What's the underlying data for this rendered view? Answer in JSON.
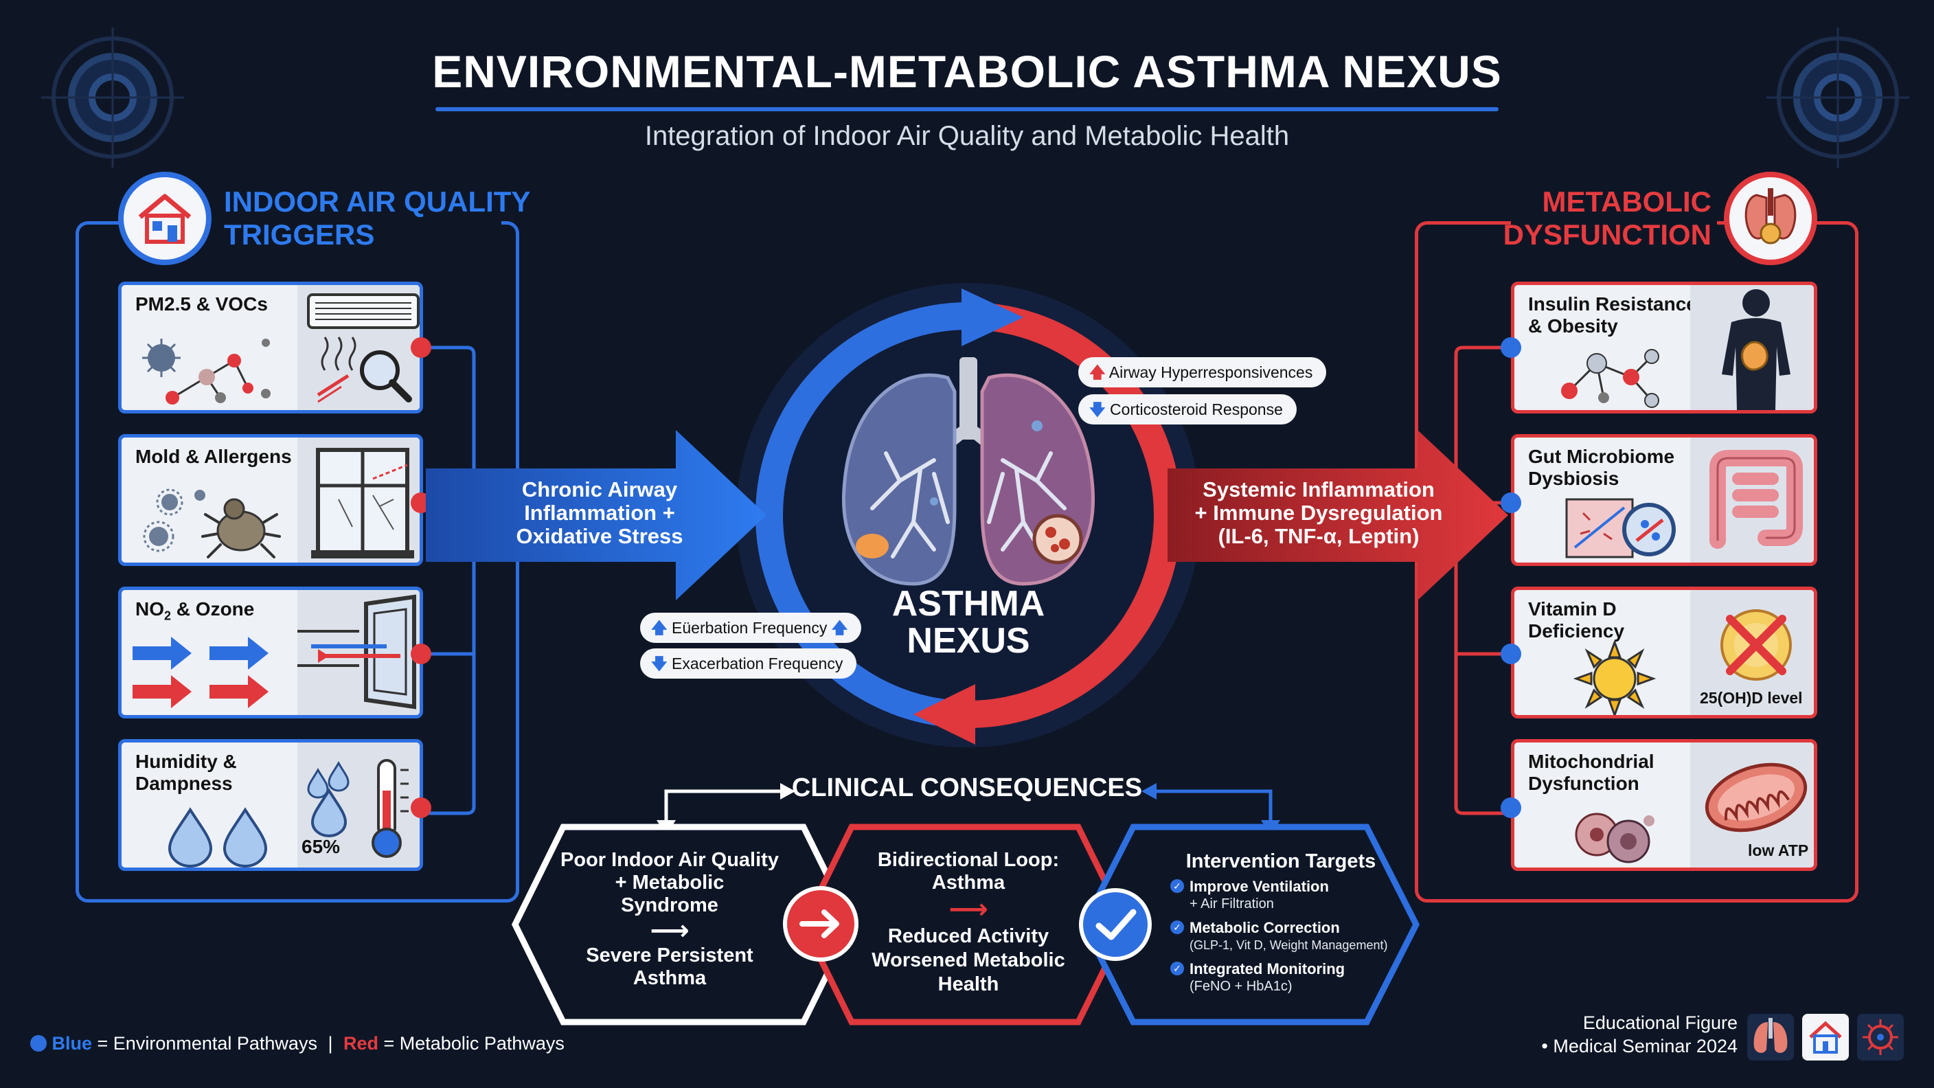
{
  "header": {
    "title": "ENVIRONMENTAL-METABOLIC ASTHMA NEXUS",
    "subtitle": "Integration of Indoor Air Quality and Metabolic Health"
  },
  "left_panel": {
    "title_line1": "INDOOR AIR QUALITY",
    "title_line2": "TRIGGERS",
    "icon": "house-icon",
    "cards": [
      {
        "label": "PM2.5 & VOCs",
        "icon": "air-conditioner-icon"
      },
      {
        "label": "Mold & Allergens",
        "icon": "window-mold-icon"
      },
      {
        "label_main": "NO",
        "label_sub": "2",
        "label_rest": " & Ozone",
        "icon": "window-airflow-icon"
      },
      {
        "label_line1": "Humidity &",
        "label_line2": "Dampness",
        "reading": "65%",
        "icon": "thermometer-icon"
      }
    ]
  },
  "right_panel": {
    "title_line1": "METABOLIC",
    "title_line2": "DYSFUNCTION",
    "icon": "organs-icon",
    "cards": [
      {
        "label_line1": "Insulin Resistance",
        "label_line2": "& Obesity",
        "icon": "body-silhouette-icon"
      },
      {
        "label_line1": "Gut Microbiome",
        "label_line2": "Dysbiosis",
        "icon": "intestine-icon"
      },
      {
        "label_line1": "Vitamin D",
        "label_line2": "Deficiency",
        "reading": "25(OH)D level",
        "icon": "sun-icon"
      },
      {
        "label_line1": "Mitochondrial",
        "label_line2": "Dysfunction",
        "reading": "low ATP",
        "icon": "mitochondria-icon"
      }
    ]
  },
  "left_arrow": {
    "line1": "Chronic Airway",
    "line2": "Inflammation +",
    "line3": "Oxidative Stress"
  },
  "right_arrow": {
    "line1": "Systemic Inflammation",
    "line2": "+ Immune Dysregulation",
    "line3": "(IL-6, TNF-α, Leptin)"
  },
  "center": {
    "line1": "ASTHMA",
    "line2": "NEXUS",
    "pill_top_1": "Airway Hyperresponsivences",
    "pill_top_2": "Corticosteroid Response",
    "pill_bottom_1": "Eüerbation Frequency",
    "pill_bottom_2": "Exacerbation Frequency"
  },
  "consequences": {
    "title": "CLINICAL CONSEQUENCES",
    "hex1": {
      "line1": "Poor Indoor Air Quality",
      "line2": "+ Metabolic",
      "line3": "Syndrome",
      "line4": "Severe Persistent",
      "line5": "Asthma"
    },
    "hex2": {
      "line1": "Bidirectional Loop:",
      "line2": "Asthma",
      "line3": "Reduced Activity",
      "line4": "Worsened Metabolic",
      "line5": "Health"
    },
    "hex3": {
      "title": "Intervention Targets",
      "items": [
        {
          "main": "Improve Ventilation",
          "sub": "+ Air Filtration"
        },
        {
          "main": "Metabolic Correction",
          "sub": "(GLP-1, Vit D, Weight Management)"
        },
        {
          "main": "Integrated Monitoring",
          "sub": "(FeNO + HbA1c)"
        }
      ]
    }
  },
  "legend": {
    "blue_word": "Blue",
    "blue_text": " = Environmental Pathways",
    "separator": "|",
    "red_word": "Red",
    "red_text": " = Metabolic Pathways"
  },
  "footer": {
    "line1": "Educational Figure",
    "line2": "• Medical Seminar 2024"
  },
  "colors": {
    "blue": "#2e6fe0",
    "red": "#e0383c",
    "background": "#0e1626",
    "card": "#eef1f6"
  }
}
